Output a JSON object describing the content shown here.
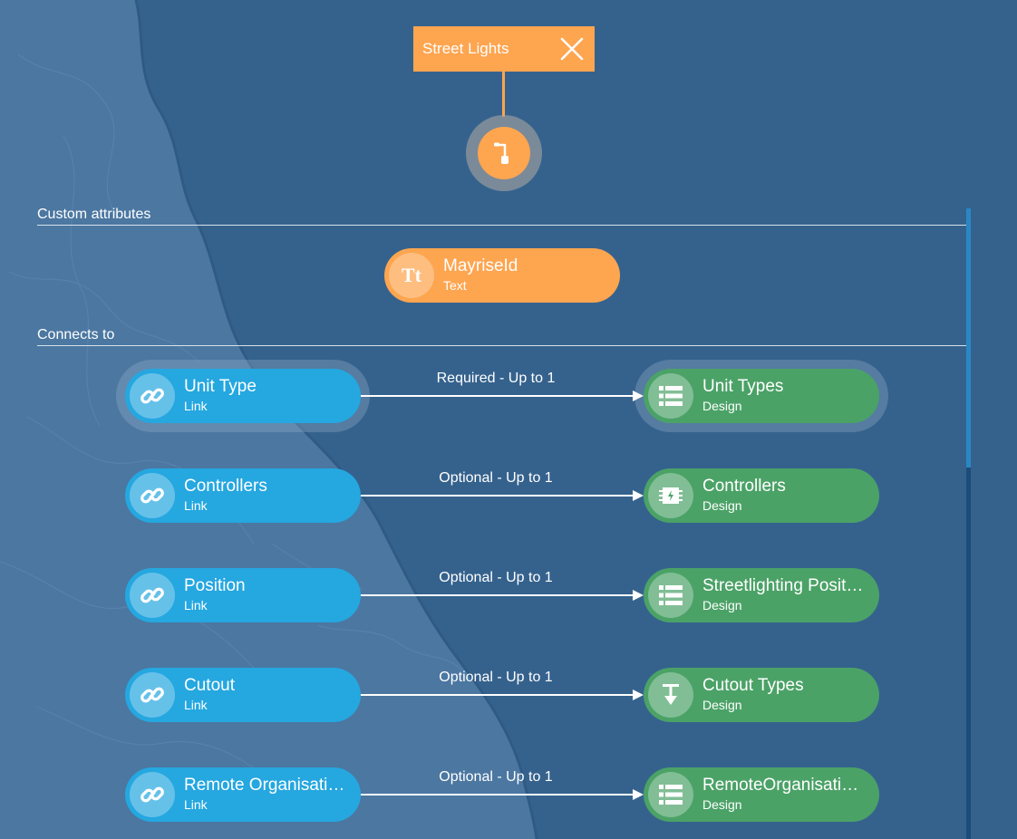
{
  "header": {
    "title": "Street Lights"
  },
  "sections": {
    "custom_attributes": "Custom attributes",
    "connects_to": "Connects to"
  },
  "attribute": {
    "name": "MayriseId",
    "type": "Text",
    "icon": "Tt"
  },
  "connections": [
    {
      "link_name": "Unit Type",
      "link_type": "Link",
      "relation": "Required - Up to 1",
      "target_name": "Unit Types",
      "target_type": "Design",
      "target_icon": "list-icon"
    },
    {
      "link_name": "Controllers",
      "link_type": "Link",
      "relation": "Optional - Up to 1",
      "target_name": "Controllers",
      "target_type": "Design",
      "target_icon": "chip-icon"
    },
    {
      "link_name": "Position",
      "link_type": "Link",
      "relation": "Optional - Up to 1",
      "target_name": "Streetlighting Posit…",
      "target_type": "Design",
      "target_icon": "list-icon"
    },
    {
      "link_name": "Cutout",
      "link_type": "Link",
      "relation": "Optional - Up to 1",
      "target_name": "Cutout Types",
      "target_type": "Design",
      "target_icon": "cutout-icon"
    },
    {
      "link_name": "Remote Organisati…",
      "link_type": "Link",
      "relation": "Optional - Up to 1",
      "target_name": "RemoteOrganisati…",
      "target_type": "Design",
      "target_icon": "list-icon"
    }
  ],
  "colors": {
    "orange": "#fea550",
    "blue": "#25a7e0",
    "green": "#4ba267",
    "background": "#35628d"
  }
}
